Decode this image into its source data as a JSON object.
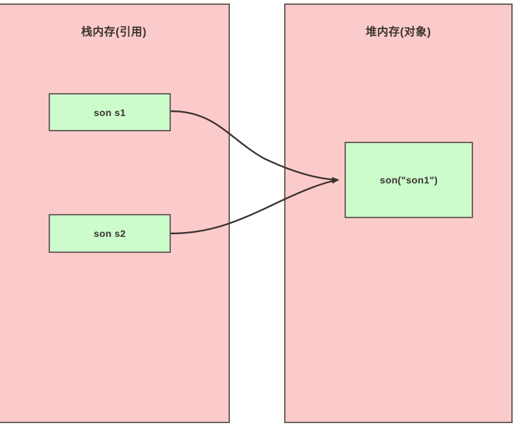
{
  "diagram": {
    "title": "Java stack and heap memory reference diagram",
    "background_color": "#ffffff",
    "panel_fill": "#fbcbcb",
    "panel_stroke": "#67605c",
    "node_fill": "#ccfbcc",
    "node_stroke": "#6b625d",
    "edge_color": "#3b3330",
    "text_color": "#3b3330"
  },
  "panels": [
    {
      "id": "stack",
      "title": "栈内存(引用)",
      "nodes": [
        {
          "id": "s1",
          "label": "son s1"
        },
        {
          "id": "s2",
          "label": "son s2"
        }
      ]
    },
    {
      "id": "heap",
      "title": "堆内存(对象)",
      "nodes": [
        {
          "id": "obj",
          "label": "son(\"son1\")"
        }
      ]
    }
  ],
  "edges": [
    {
      "id": "s1-to-obj",
      "from": "s1",
      "to": "obj",
      "arrowhead": "solid-triangle"
    },
    {
      "id": "s2-to-obj",
      "from": "s2",
      "to": "obj",
      "arrowhead": "solid-triangle"
    }
  ]
}
